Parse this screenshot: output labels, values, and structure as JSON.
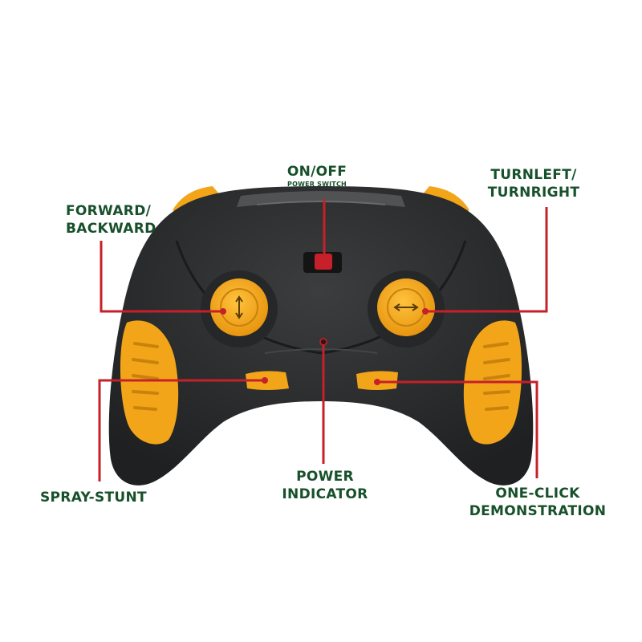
{
  "colors": {
    "body": "#2e2f30",
    "body_dark": "#1e1f20",
    "accent": "#f3a51a",
    "accent_dark": "#c9820c",
    "callout_line": "#c6202a",
    "label_text": "#17502a"
  },
  "labels": {
    "power_switch": {
      "title": "ON/OFF",
      "subtitle": "POWER SWITCH"
    },
    "steering": {
      "line1": "TURNLEFT/",
      "line2": "TURNRIGHT"
    },
    "throttle": {
      "line1": "FORWARD/",
      "line2": "BACKWARD"
    },
    "spray": {
      "line1": "SPRAY-STUNT"
    },
    "indicator": {
      "line1": "POWER",
      "line2": "INDICATOR"
    },
    "demo": {
      "line1": "ONE-CLICK",
      "line2": "DEMONSTRATION"
    }
  },
  "icons": {
    "left_joystick": "up-down-arrow-icon",
    "right_joystick": "left-right-arrow-icon"
  }
}
